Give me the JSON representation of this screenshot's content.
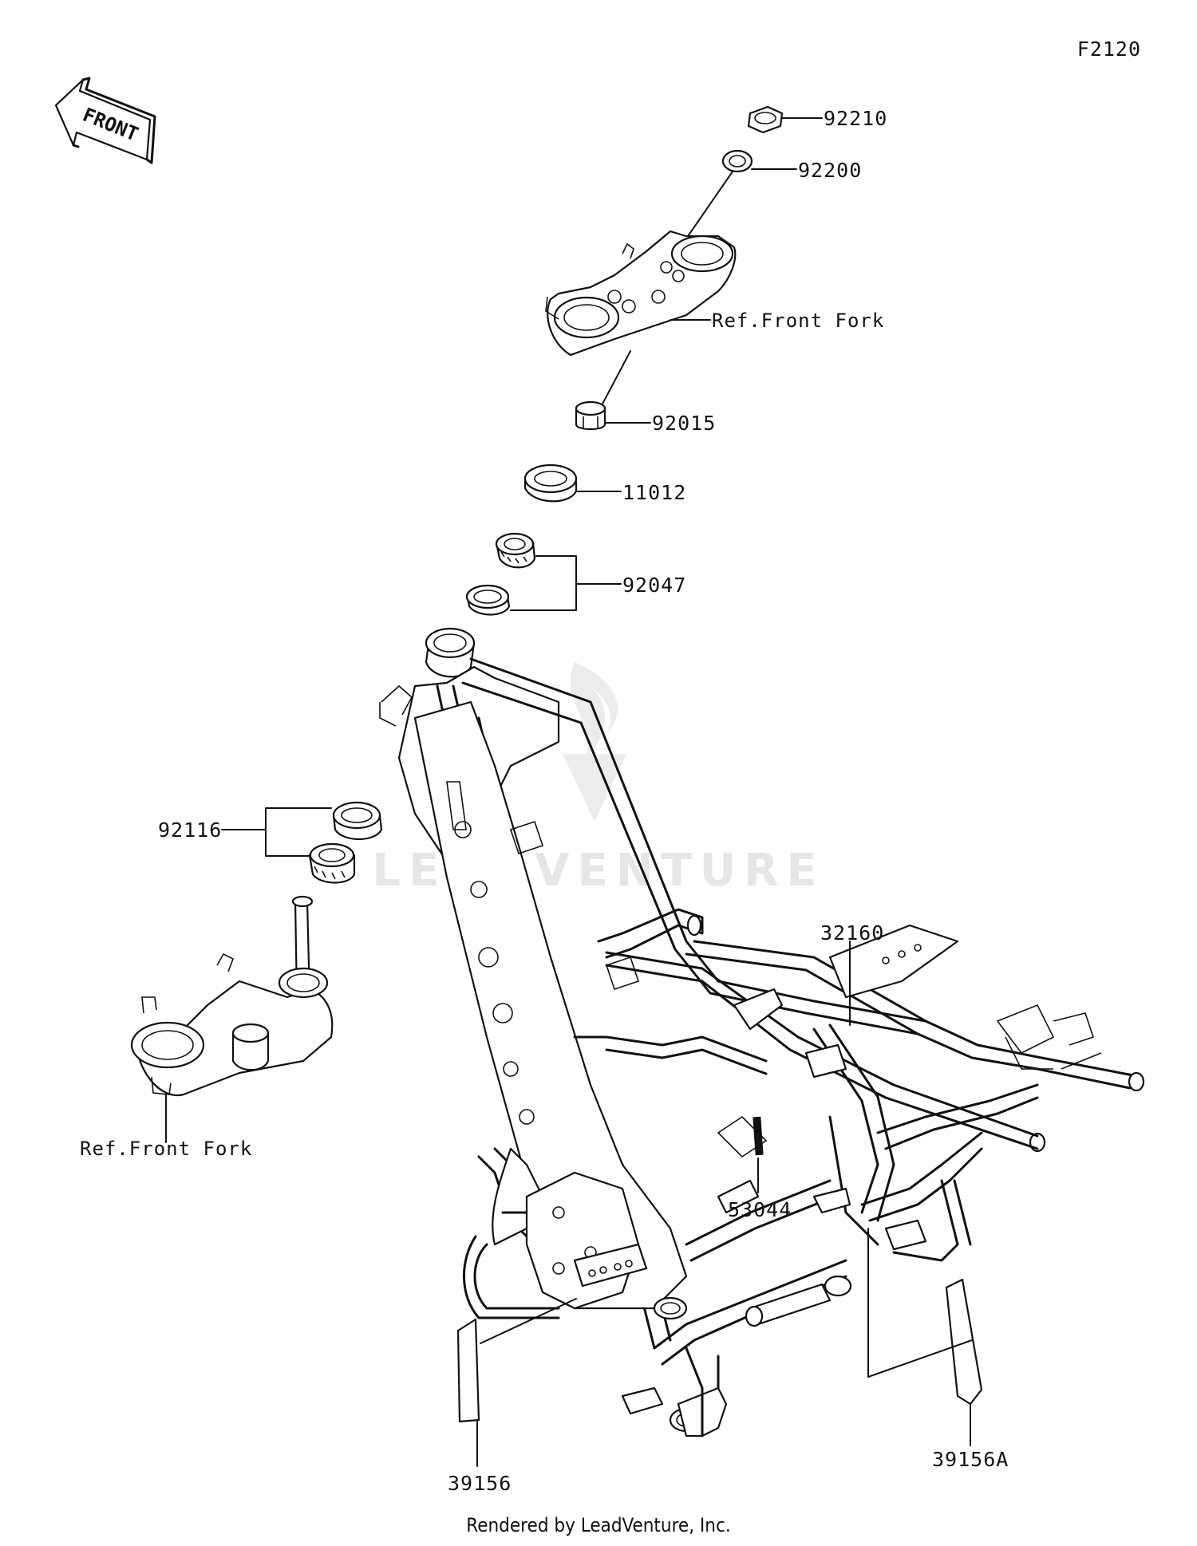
{
  "diagram_code": "F2120",
  "orientation": {
    "front_label": "FRONT"
  },
  "watermark": "LEADVENTURE",
  "parts": [
    {
      "number": "92210"
    },
    {
      "number": "92200"
    },
    {
      "number": "92015"
    },
    {
      "number": "11012"
    },
    {
      "number": "92047"
    },
    {
      "number": "92116"
    },
    {
      "number": "32160"
    },
    {
      "number": "53044"
    },
    {
      "number": "39156"
    },
    {
      "number": "39156A"
    }
  ],
  "references": [
    {
      "text": "Ref.Front Fork"
    },
    {
      "text": "Ref.Front Fork"
    }
  ],
  "footer": "Rendered by LeadVenture, Inc."
}
